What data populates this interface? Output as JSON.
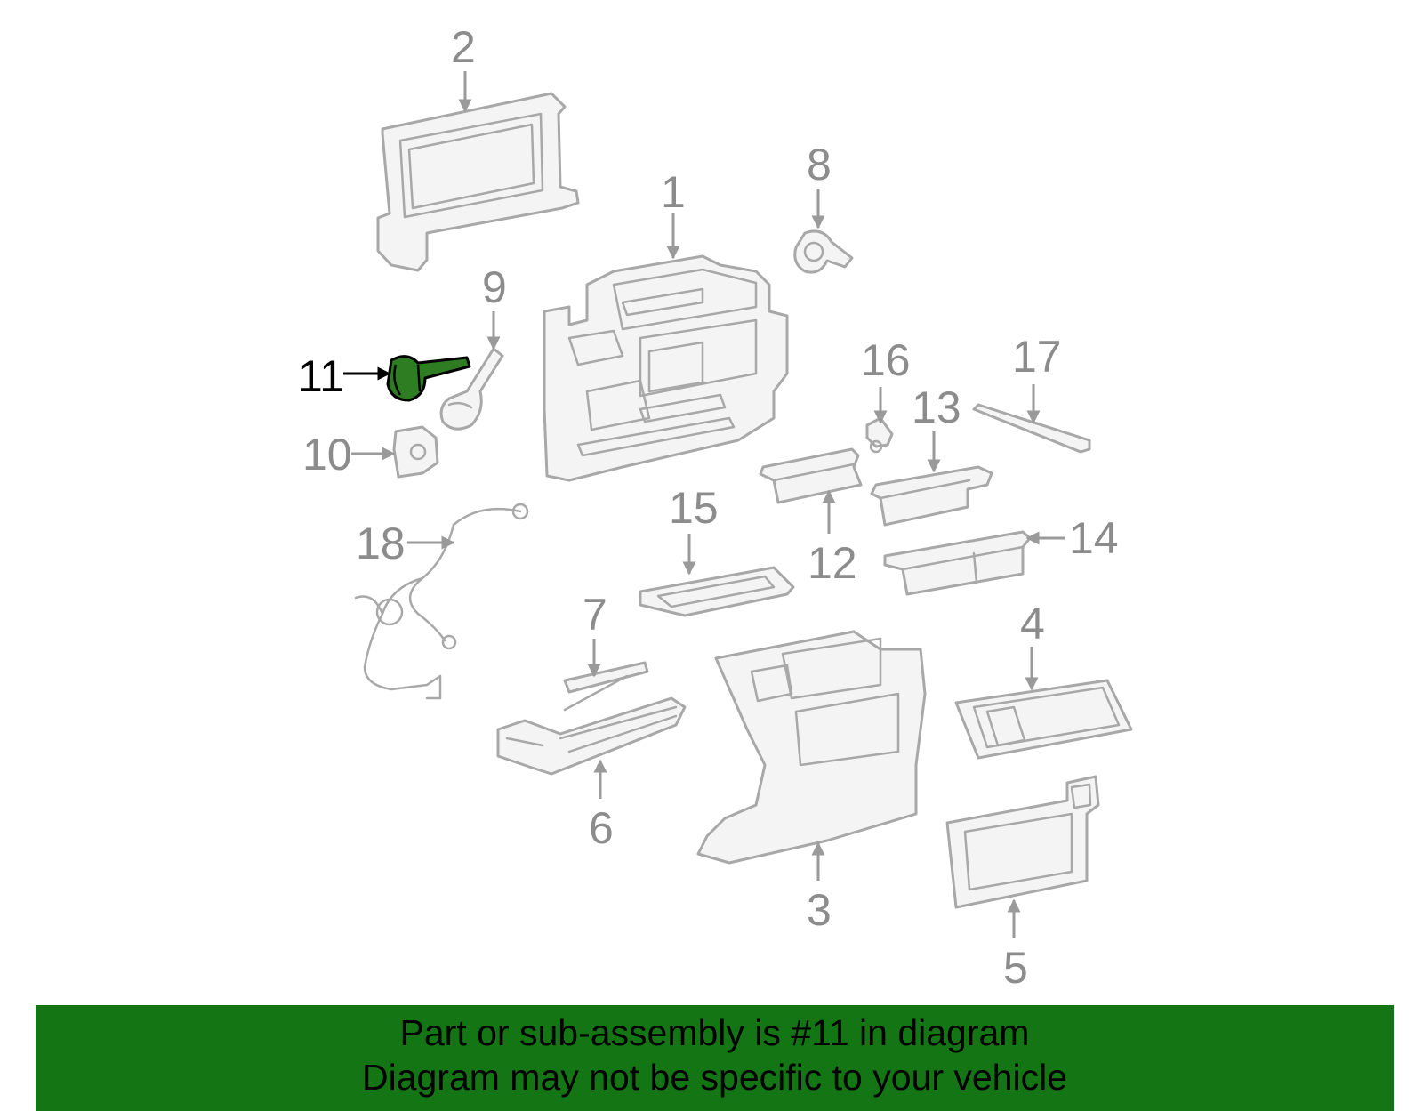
{
  "diagram": {
    "highlight_color": "#2f7d22",
    "highlighted_part": "11",
    "callouts": [
      "1",
      "2",
      "3",
      "4",
      "5",
      "6",
      "7",
      "8",
      "9",
      "10",
      "11",
      "12",
      "13",
      "14",
      "15",
      "16",
      "17",
      "18"
    ]
  },
  "banner": {
    "background_color": "#137513",
    "line1": "Part or sub-assembly is #11 in diagram",
    "line2": "Diagram may not be specific to your vehicle"
  }
}
